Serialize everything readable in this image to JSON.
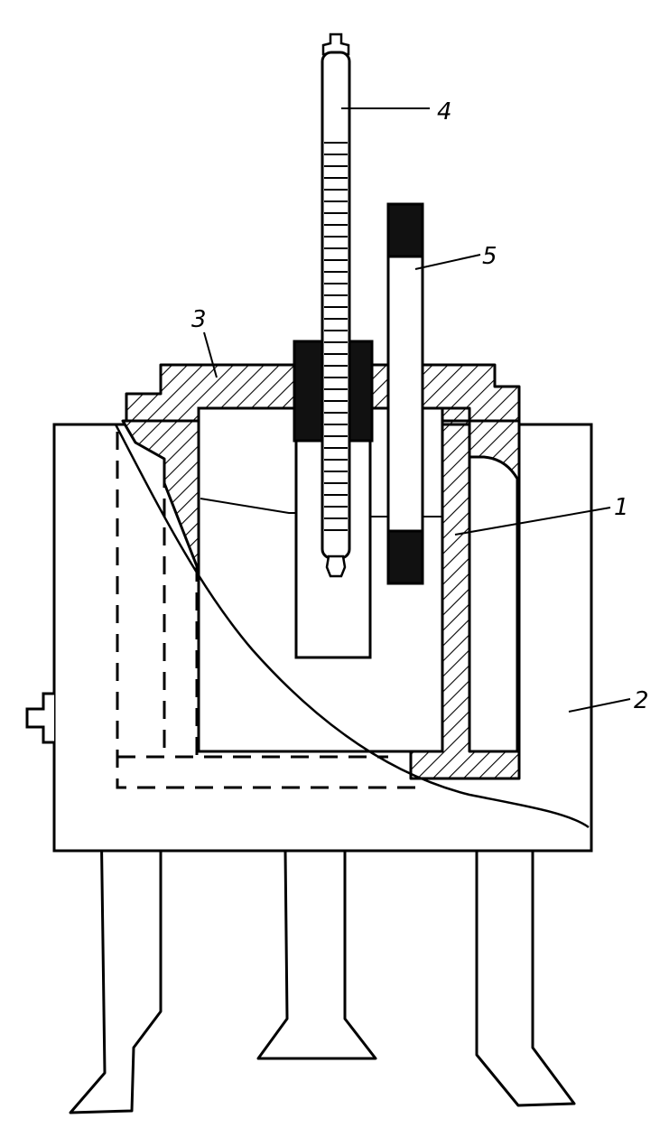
{
  "diagram": {
    "callouts": [
      {
        "id": "vessel",
        "text": "1"
      },
      {
        "id": "outer-bath",
        "text": "2"
      },
      {
        "id": "lid",
        "text": "3"
      },
      {
        "id": "thermometer",
        "text": "4"
      },
      {
        "id": "tube",
        "text": "5"
      }
    ]
  },
  "colors": {
    "line": "#000000",
    "paper": "#ffffff",
    "stopper": "#111111"
  }
}
